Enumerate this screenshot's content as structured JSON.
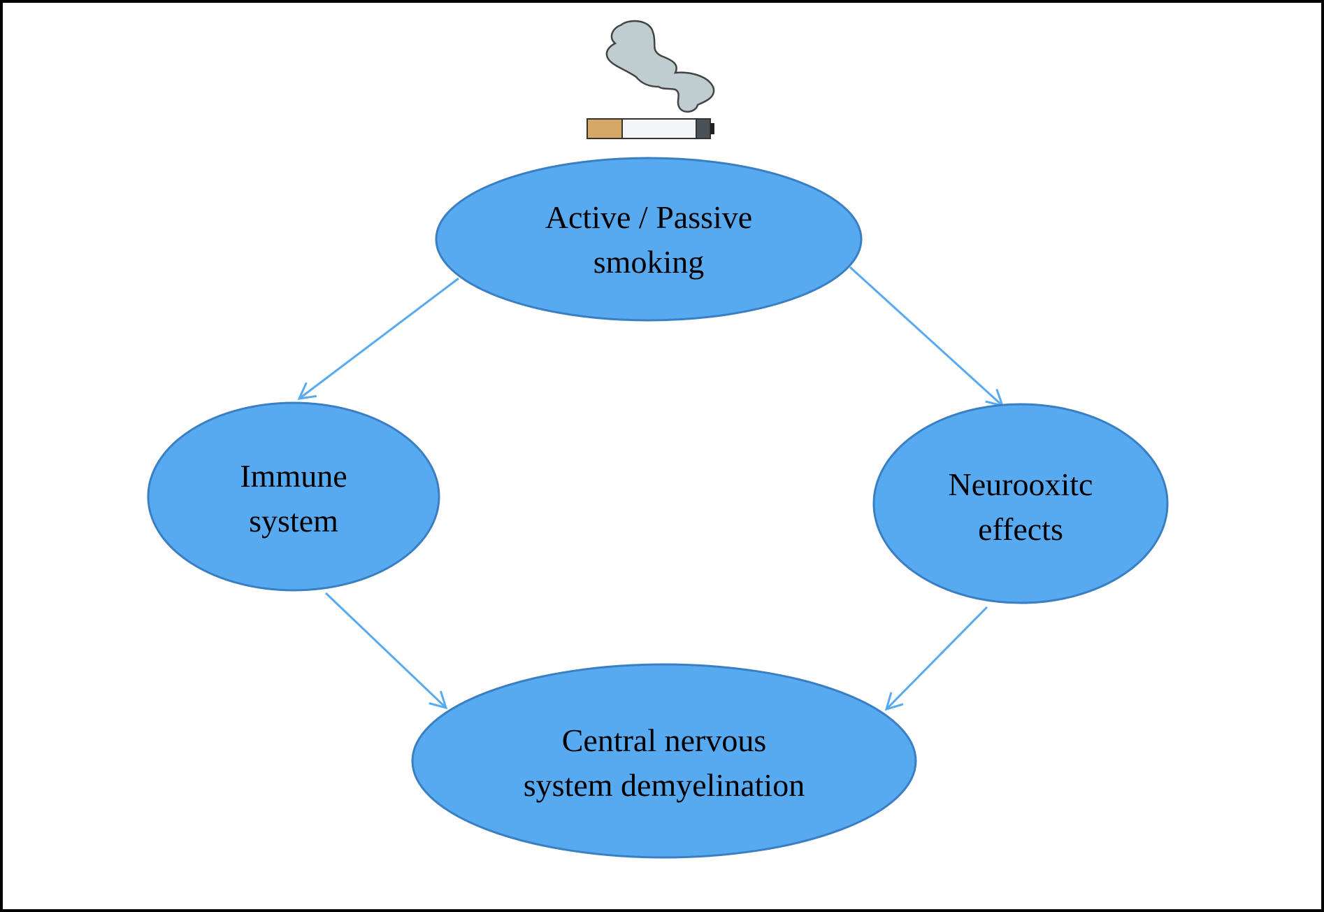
{
  "diagram": {
    "colors": {
      "node_fill": "#58aaf0",
      "node_stroke": "#3a7fc4",
      "arrow": "#58aaf0",
      "frame": "#000000",
      "smoke_fill": "#bfccd0",
      "smoke_stroke": "#444444",
      "filter_color": "#d6a866",
      "paper_color": "#f2f6f6",
      "ash_color": "#4a5257"
    },
    "icon": "cigarette-smoke-icon",
    "nodes": {
      "smoking": {
        "line1": "Active / Passive",
        "line2": "smoking"
      },
      "immune": {
        "line1": "Immune",
        "line2": "system"
      },
      "neurotoxic": {
        "line1": "Neurooxitc",
        "line2": "effects"
      },
      "cns": {
        "line1": "Central nervous",
        "line2": "system demyelination"
      }
    },
    "edges": [
      {
        "from": "smoking",
        "to": "immune"
      },
      {
        "from": "smoking",
        "to": "neurotoxic"
      },
      {
        "from": "immune",
        "to": "cns"
      },
      {
        "from": "neurotoxic",
        "to": "cns"
      }
    ]
  }
}
